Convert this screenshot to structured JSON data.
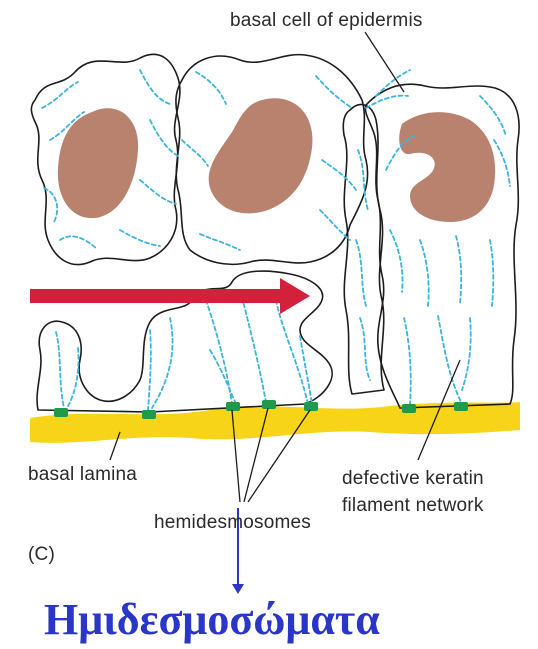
{
  "labels": {
    "basal_cell": "basal cell of epidermis",
    "basal_lamina": "basal lamina",
    "hemidesmosomes": "hemidesmosomes",
    "defective_line1": "defective keratin",
    "defective_line2": "filament network",
    "panel": "(C)",
    "greek_caption": "Ημιδεσμοσώματα"
  },
  "colors": {
    "nucleus": "#b8826f",
    "lamina": "#f7d417",
    "hemidesmosome": "#1f9a4a",
    "keratin": "#3cb4dc",
    "arrow": "#d3203b",
    "pointer_arrow": "#2a36c8"
  }
}
